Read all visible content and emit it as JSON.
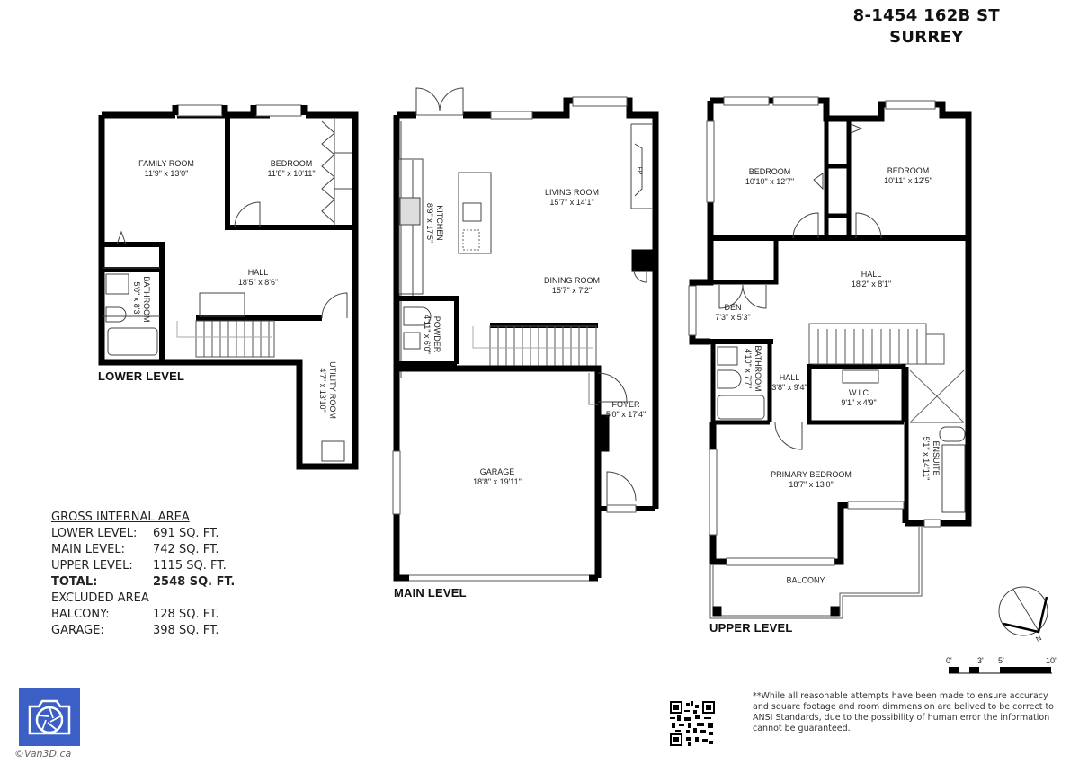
{
  "header": {
    "address_line1": "8-1454 162B ST",
    "address_line2": "SURREY"
  },
  "levels": {
    "lower": {
      "label": "LOWER LEVEL",
      "rooms": [
        {
          "name": "FAMILY ROOM",
          "dims": "11'9\" x 13'0\""
        },
        {
          "name": "BEDROOM",
          "dims": "11'8\" x 10'11\""
        },
        {
          "name": "HALL",
          "dims": "18'5\" x 8'6\""
        },
        {
          "name": "BATHROOM",
          "dims": "5'0\" x 8'3\""
        },
        {
          "name": "UTILITY ROOM",
          "dims": "4'7\" x 13'10\""
        }
      ]
    },
    "main": {
      "label": "MAIN LEVEL",
      "rooms": [
        {
          "name": "KITCHEN",
          "dims": "8'9\" x 17'5\""
        },
        {
          "name": "LIVING ROOM",
          "dims": "15'7\" x 14'1\""
        },
        {
          "name": "DINING ROOM",
          "dims": "15'7\" x 7'2\""
        },
        {
          "name": "POWDER",
          "dims": "4'11\" x 6'0\""
        },
        {
          "name": "FOYER",
          "dims": "5'0\" x 17'4\""
        },
        {
          "name": "GARAGE",
          "dims": "18'8\" x 19'11\""
        }
      ],
      "fireplace_label": "FP"
    },
    "upper": {
      "label": "UPPER LEVEL",
      "rooms": [
        {
          "name": "BEDROOM",
          "dims": "10'10\" x 12'7\""
        },
        {
          "name": "BEDROOM",
          "dims": "10'11\" x 12'5\""
        },
        {
          "name": "HALL",
          "dims": "18'2\" x 8'1\""
        },
        {
          "name": "DEN",
          "dims": "7'3\" x 5'3\""
        },
        {
          "name": "BATHROOM",
          "dims": "4'10\" x 7'7\""
        },
        {
          "name": "HALL",
          "dims": "3'8\" x 9'4\""
        },
        {
          "name": "W.I.C",
          "dims": "9'1\" x 4'9\""
        },
        {
          "name": "ENSUITE",
          "dims": "5'1\" x 14'11\""
        },
        {
          "name": "PRIMARY BEDROOM",
          "dims": "18'7\" x 13'0\""
        },
        {
          "name": "BALCONY",
          "dims": ""
        }
      ]
    }
  },
  "area_summary": {
    "header": "GROSS INTERNAL AREA",
    "rows": [
      {
        "label": "LOWER LEVEL:",
        "value": "691 SQ. FT."
      },
      {
        "label": "MAIN LEVEL:",
        "value": "742 SQ. FT."
      },
      {
        "label": "UPPER LEVEL:",
        "value": "1115 SQ. FT."
      }
    ],
    "total": {
      "label": "TOTAL:",
      "value": "2548 SQ. FT."
    },
    "excluded_header": "EXCLUDED AREA",
    "excluded": [
      {
        "label": "BALCONY:",
        "value": "128 SQ. FT."
      },
      {
        "label": "GARAGE:",
        "value": "398 SQ. FT."
      }
    ]
  },
  "compass": {
    "north_label": "N",
    "icon": "compass-icon"
  },
  "scale_bar": {
    "ticks": [
      "0'",
      "3'",
      "5'",
      "10'"
    ]
  },
  "disclaimer": "**While all reasonable attempts have been made to ensure accuracy and square footage and room dimmension are belived to be correct to ANSI Standards, due to the possibility of human error the information cannot be guaranteed.",
  "branding": {
    "copyright": "©Van3D.ca",
    "logo_icon": "camera-aperture-icon",
    "logo_color": "#3b5fc4"
  },
  "qr_icon": "qr-code-icon",
  "colors": {
    "wall": "#000000",
    "line": "#444444",
    "background": "#ffffff"
  }
}
